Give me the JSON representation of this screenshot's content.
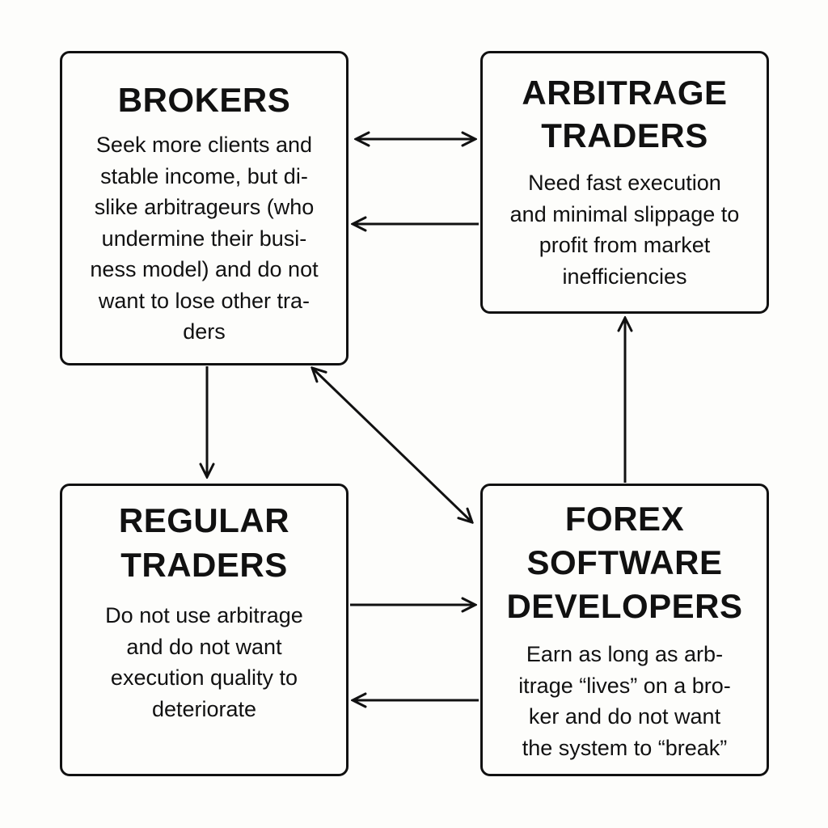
{
  "nodes": {
    "brokers": {
      "title": "BROKERS",
      "description": "Seek more clients and\nstable income, but di-\nslike arbitrageurs (who\nundermine their busi-\nness model) and do not\nwant to lose other tra-\nders"
    },
    "arbitrage_traders": {
      "title": "ARBITRAGE\nTRADERS",
      "description": "Need fast execution\nand minimal slippage to\nprofit from market\ninefficiencies"
    },
    "regular_traders": {
      "title": "REGULAR\nTRADERS",
      "description": "Do not use arbitrage\nand do not want\nexecution quality to\ndeteriorate"
    },
    "forex_developers": {
      "title": "FOREX\nSOFTWARE\nDEVELOPERS",
      "description": "Earn as long as arb-\nitrage “lives” on a bro-\nker and do not want\nthe system to “break”"
    }
  },
  "edges": [
    {
      "from": "brokers",
      "to": "arbitrage_traders",
      "direction": "both"
    },
    {
      "from": "arbitrage_traders",
      "to": "brokers",
      "direction": "forward"
    },
    {
      "from": "brokers",
      "to": "regular_traders",
      "direction": "forward"
    },
    {
      "from": "brokers",
      "to": "forex_developers",
      "direction": "both"
    },
    {
      "from": "forex_developers",
      "to": "arbitrage_traders",
      "direction": "forward"
    },
    {
      "from": "regular_traders",
      "to": "forex_developers",
      "direction": "forward"
    },
    {
      "from": "forex_developers",
      "to": "regular_traders",
      "direction": "forward"
    }
  ],
  "colors": {
    "stroke": "#111111",
    "background": "#fdfdfb"
  }
}
